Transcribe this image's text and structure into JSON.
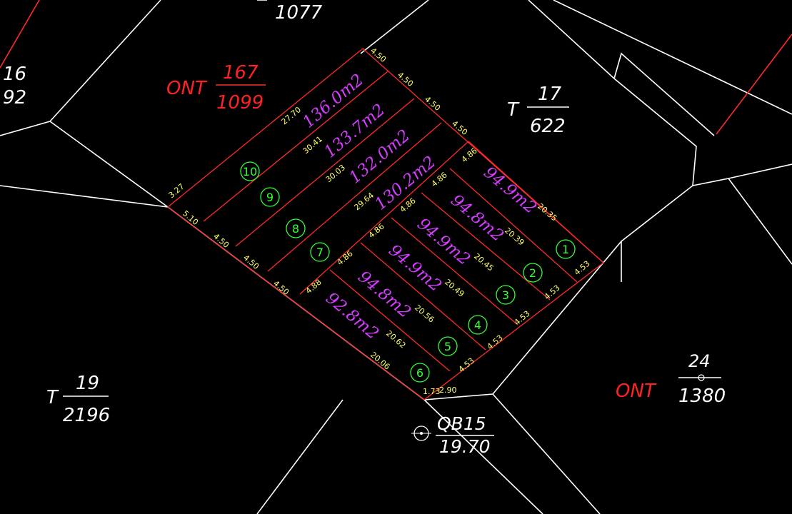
{
  "parcels": {
    "top_partial": {
      "denominator": "1077"
    },
    "left_partial": {
      "numerator": "16",
      "denominator": "92"
    },
    "ont_167": {
      "prefix": "ONT",
      "numerator": "167",
      "denominator": "1099"
    },
    "t17": {
      "prefix": "T",
      "numerator": "17",
      "denominator": "622"
    },
    "t19": {
      "prefix": "T",
      "numerator": "19",
      "denominator": "2196"
    },
    "ont_24": {
      "prefix": "ONT",
      "numerator": "24",
      "denominator": "1380"
    }
  },
  "survey_point": {
    "name": "QB15",
    "value": "19.70"
  },
  "lots": [
    {
      "number": "1",
      "area": "94.9m2"
    },
    {
      "number": "2",
      "area": "94.8m2"
    },
    {
      "number": "3",
      "area": "94.9m2"
    },
    {
      "number": "4",
      "area": "94.9m2"
    },
    {
      "number": "5",
      "area": "94.8m2"
    },
    {
      "number": "6",
      "area": "92.8m2"
    },
    {
      "number": "7",
      "area": "130.2m2"
    },
    {
      "number": "8",
      "area": "132.0m2"
    },
    {
      "number": "9",
      "area": "133.7m2"
    },
    {
      "number": "10",
      "area": "136.0m2"
    }
  ],
  "dimensions": {
    "top_edge": [
      "4.50",
      "4.50",
      "4.50",
      "4.50"
    ],
    "bottom_left_edge": [
      "5.10",
      "4.50",
      "4.50",
      "4.50"
    ],
    "left_corner": "3.27",
    "lot_depths_upper": [
      "27.70",
      "30.41",
      "30.03",
      "29.64"
    ],
    "widths_upper": [
      "4.86",
      "4.86",
      "4.86",
      "4.86",
      "4.86",
      "4.88"
    ],
    "lot_depths_lower": [
      "20.35",
      "20.39",
      "20.45",
      "20.49",
      "20.56",
      "20.62",
      "20.06"
    ],
    "right_edge": [
      "4.53",
      "4.53",
      "4.53",
      "4.53",
      "4.53"
    ],
    "bottom_corner_a": "1.73",
    "bottom_corner_b": "2.90"
  }
}
